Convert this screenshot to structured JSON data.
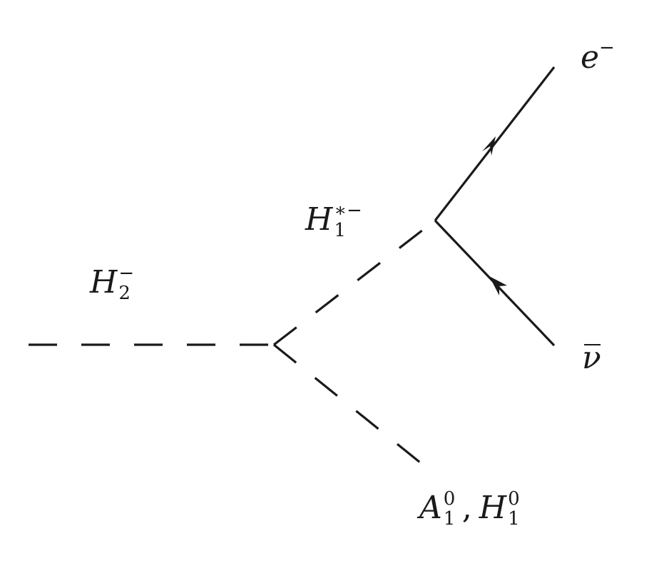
{
  "diagram": {
    "particles": {
      "incoming": {
        "base": "H",
        "sub": "2",
        "sup": "−"
      },
      "intermediate": {
        "base": "H",
        "sub": "1",
        "sup": "∗−"
      },
      "electron": {
        "base": "e",
        "sup": "−"
      },
      "antineutrino": {
        "base": "ν"
      },
      "neutral_1": {
        "base": "A",
        "sub": "1",
        "sup": "0"
      },
      "separator": ",",
      "neutral_2": {
        "base": "H",
        "sub": "1",
        "sup": "0"
      }
    },
    "colors": {
      "line": "#1a1a1a",
      "background": "#ffffff"
    }
  }
}
